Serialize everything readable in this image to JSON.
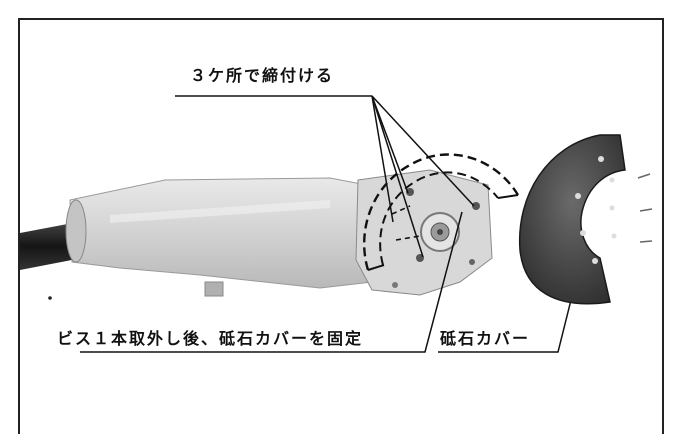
{
  "annotations": {
    "fastening_points": "３ケ所で締付ける",
    "cover_fix_instruction": "ビス１本取外し後、砥石カバーを固定",
    "wheel_cover": "砥石カバー"
  }
}
